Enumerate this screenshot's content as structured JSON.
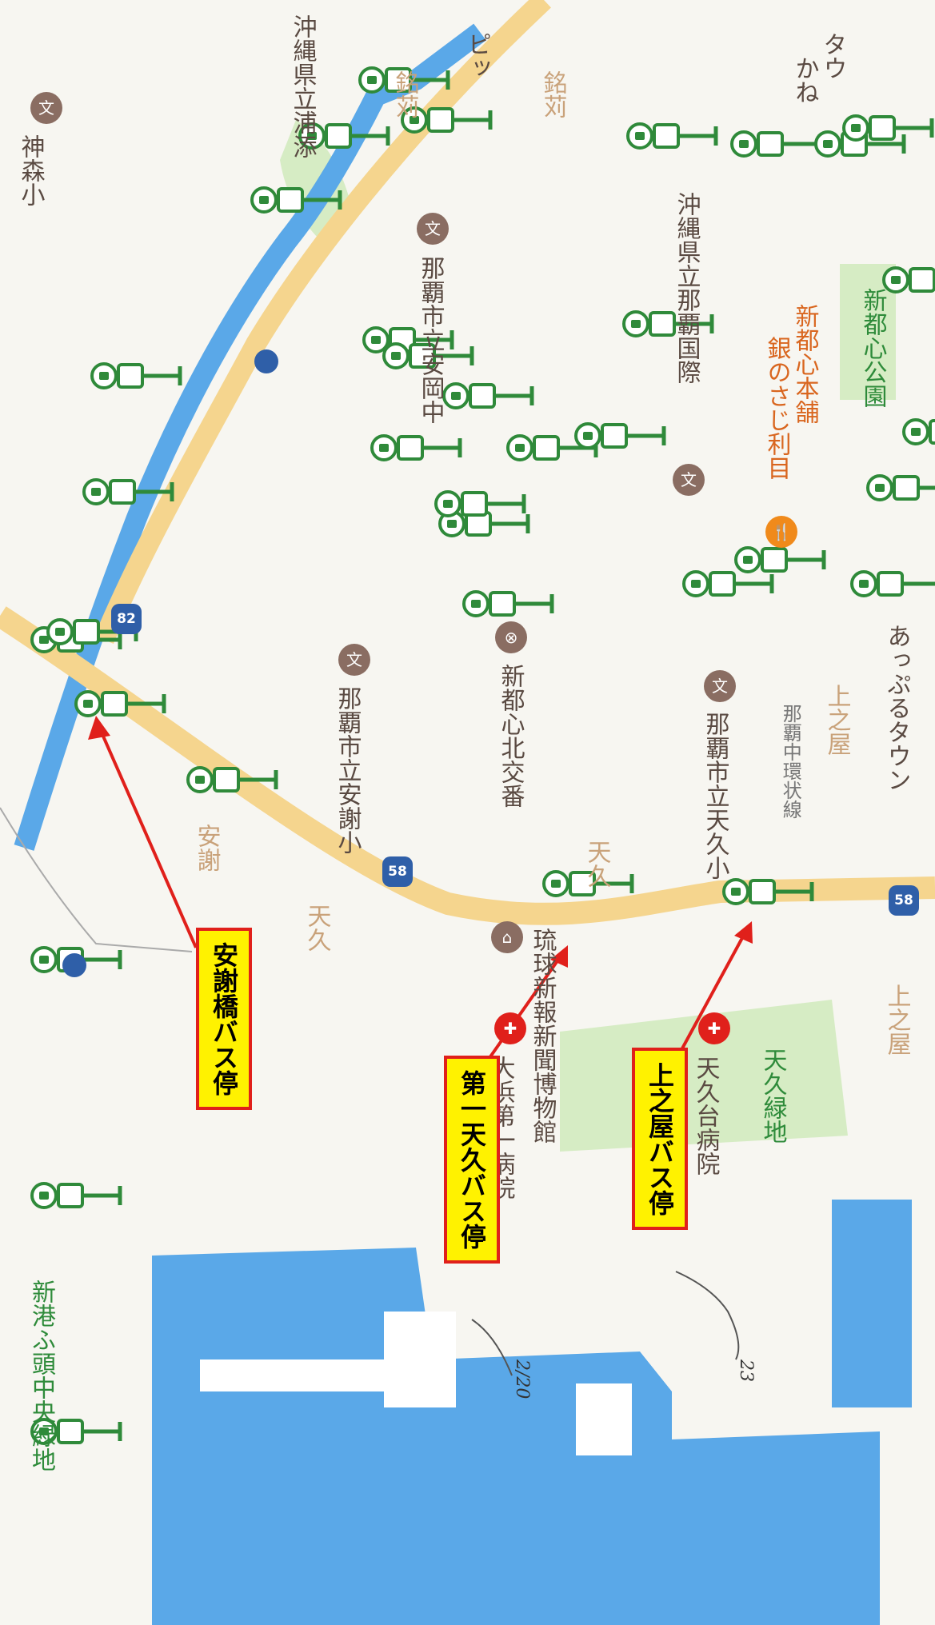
{
  "colors": {
    "water": "#5aa8e8",
    "road": "#f5d58e",
    "bus_stop": "#2f8a3a",
    "callout_fill": "#fff200",
    "callout_border": "#e0201b",
    "arrow": "#e0201b",
    "park": "#d6ecc4"
  },
  "icons": {
    "bus_stop": "bus-stop-icon",
    "school": "school-icon",
    "police": "police-box-icon",
    "hospital": "hospital-icon",
    "museum": "museum-icon",
    "restaurant": "restaurant-icon"
  },
  "labels": {
    "kamori_school": "神森小",
    "okinawa_urasoe": "沖縄県立浦添",
    "meien_1": "銘苅",
    "meien_2": "銘苅",
    "picco": "ピッ",
    "town_1": "タウ",
    "town_2": "かね",
    "naha_intl": "沖縄県立那覇国際",
    "naha_asaoka": "那覇市立安岡中",
    "ginza": "銀のさじ利目",
    "shintoshin_honpo": "新都心本舗",
    "shintoshin_park": "新都心公園",
    "shintoshin_police": "新都心北交番",
    "aja_school": "那覇市立安謝小",
    "ame_school": "那覇市立天久小",
    "naka_kanjo": "那覇中環状線",
    "ameku_1": "天久",
    "ameku_2": "天久",
    "aja": "安謝",
    "uenoya_1": "上之屋",
    "uenoya_2": "上之屋",
    "atteru": "あっぷるタウン",
    "ryukyu_shimpo": "琉球新報新聞博物館",
    "ohama_hospital": "大浜第一病院",
    "ameku_hospital": "天久台病院",
    "ameku_greenery": "天久緑地",
    "shinko_park": "新港ふ頭中央緑地",
    "route_58a": "58",
    "route_58b": "58",
    "route_82": "82"
  },
  "callouts": {
    "ajabashi": "安謝橋バス停",
    "daiichi_ameku": "第一天久バス停",
    "uenoya": "上之屋バス停"
  },
  "handwritten": {
    "date": "2/20",
    "num": "23"
  }
}
